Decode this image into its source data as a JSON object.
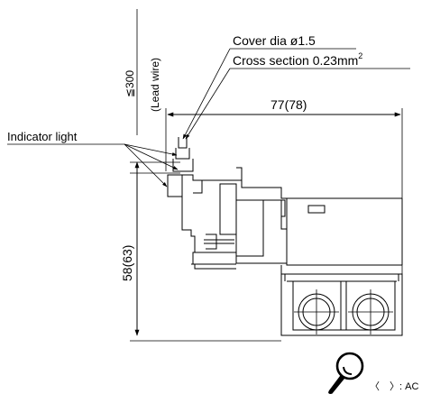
{
  "labels": {
    "lead_dim_prefix": "≦300",
    "lead_wire": "(Lead wire)",
    "cover_dia": "Cover dia ø1.5",
    "cross_section_prefix": "Cross section 0.23mm",
    "cross_section_sup": "2",
    "width_dim": "77(78)",
    "indicator_light": "Indicator light",
    "height_dim": "58(63)",
    "legend_text": "〈　〉: AC"
  }
}
